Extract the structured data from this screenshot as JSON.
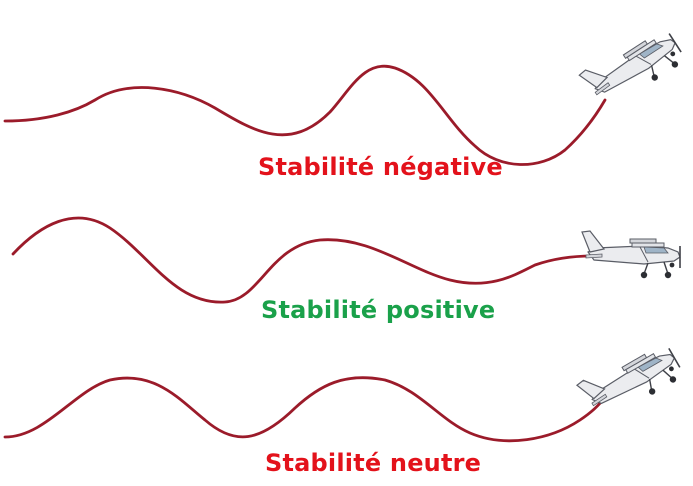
{
  "labels": {
    "negative": "Stabilité négative",
    "positive": "Stabilité positive",
    "neutral": "Stabilité neutre"
  },
  "colors": {
    "path": "#9b1b2a",
    "negative_label": "#e3121b",
    "positive_label": "#1aa14a",
    "neutral_label": "#e3121b",
    "aircraft_body": "#ebecef",
    "aircraft_outline": "#5a5d66"
  },
  "icons": {
    "aircraft": "airplane-icon"
  }
}
